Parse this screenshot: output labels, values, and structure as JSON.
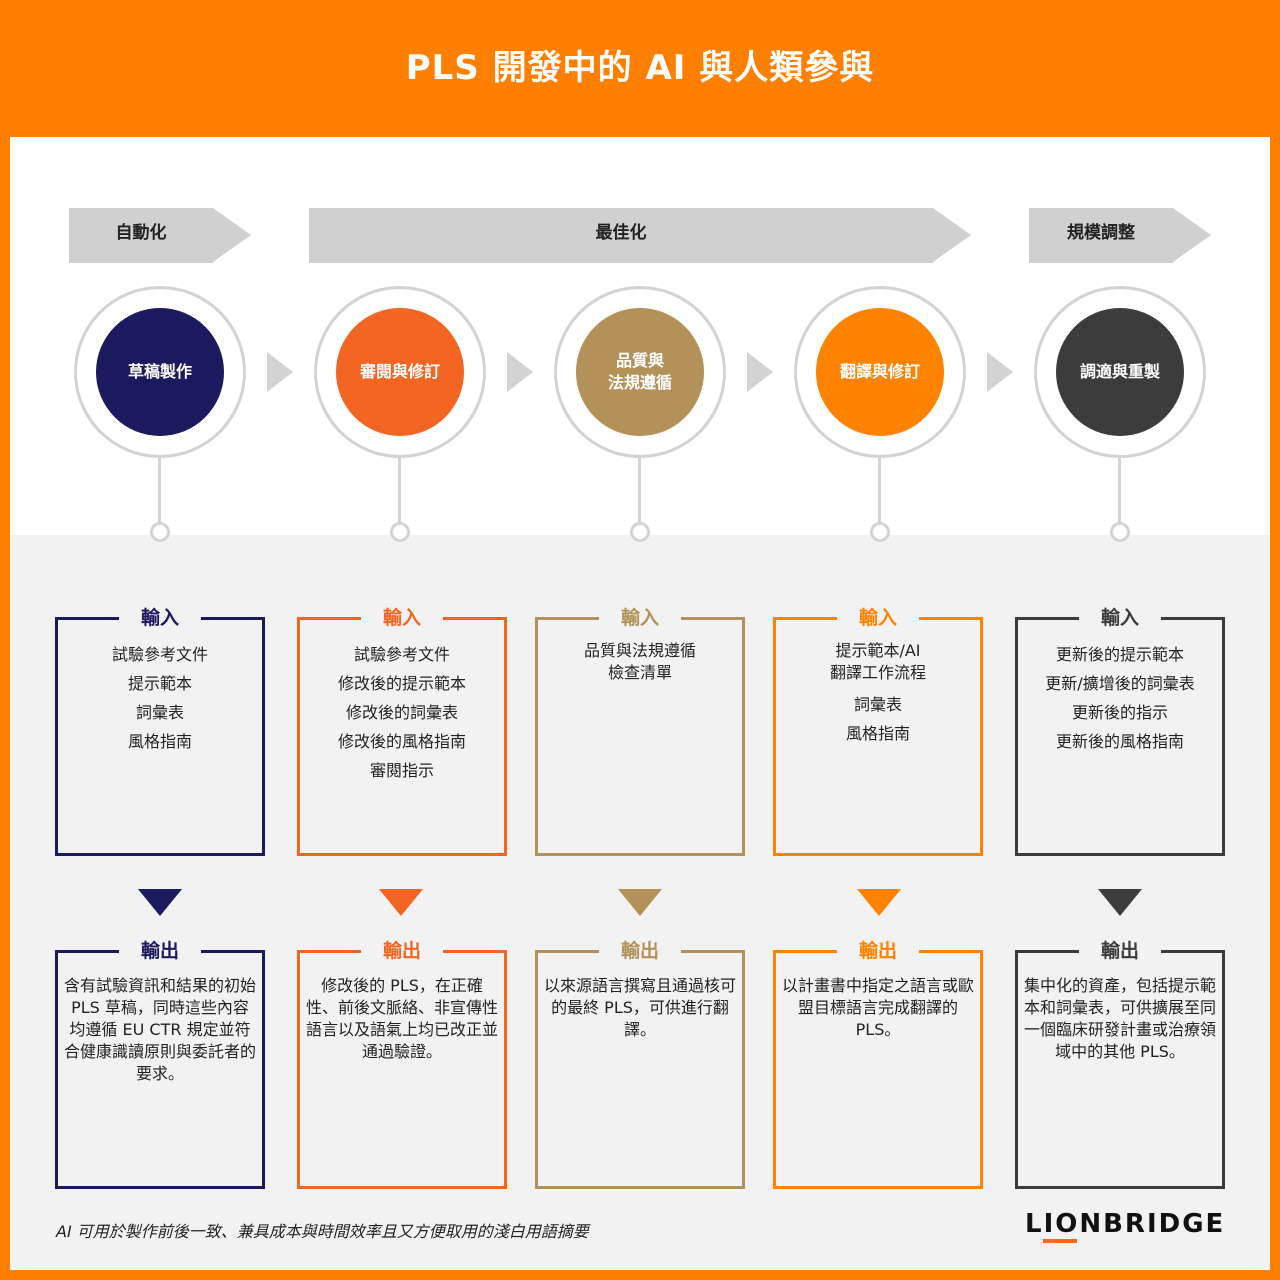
{
  "title": "PLS 開發中的 AI 與人類參與",
  "phases": [
    {
      "label": "自動化"
    },
    {
      "label": "最佳化"
    },
    {
      "label": "規模調整"
    }
  ],
  "steps": [
    {
      "name": "草稿製作",
      "color": "#1b1a5e",
      "input_label": "輸入",
      "inputs": [
        "試驗參考文件",
        "提示範本",
        "詞彙表",
        "風格指南"
      ],
      "output_label": "輸出",
      "output": "含有試驗資訊和結果的初始 PLS 草稿，同時這些內容均遵循 EU CTR 規定並符合健康識讀原則與委託者的要求。"
    },
    {
      "name": "審閱與修訂",
      "color": "#f26522",
      "input_label": "輸入",
      "inputs": [
        "試驗參考文件",
        "修改後的提示範本",
        "修改後的詞彙表",
        "修改後的風格指南",
        "審閱指示"
      ],
      "output_label": "輸出",
      "output": "修改後的 PLS，在正確性、前後文脈絡、非宣傳性語言以及語氣上均已改正並通過驗證。"
    },
    {
      "name": "品質與\n法規遵循",
      "color": "#b39159",
      "input_label": "輸入",
      "inputs": [
        "品質與法規遵循\n檢查清單"
      ],
      "output_label": "輸出",
      "output": "以來源語言撰寫且通過核可的最終 PLS，可供進行翻譯。"
    },
    {
      "name": "翻譯與修訂",
      "color": "#ff8200",
      "input_label": "輸入",
      "inputs": [
        "提示範本/AI\n翻譯工作流程",
        "詞彙表",
        "風格指南"
      ],
      "output_label": "輸出",
      "output": "以計畫書中指定之語言或歐盟目標語言完成翻譯的 PLS。"
    },
    {
      "name": "調適與重製",
      "color": "#3c3c3c",
      "input_label": "輸入",
      "inputs": [
        "更新後的提示範本",
        "更新/擴增後的詞彙表",
        "更新後的指示",
        "更新後的風格指南"
      ],
      "output_label": "輸出",
      "output": "集中化的資產，包括提示範本和詞彙表，可供擴展至同一個臨床研發計畫或治療領域中的其他 PLS。"
    }
  ],
  "footnote": "AI 可用於製作前後一致、兼具成本與時間效率且又方便取用的淺白用語摘要",
  "logo": "LIONBRIDGE",
  "colors": {
    "accent": "#ff7f00",
    "logo_bar": "#ff6a13"
  }
}
